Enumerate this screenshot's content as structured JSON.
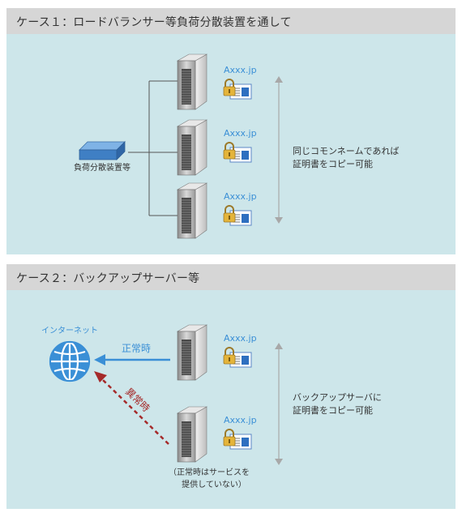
{
  "case1": {
    "title": "ケース１：ロードバランサー等負荷分散装置を通して",
    "device_label": "負荷分散装置等",
    "servers": [
      {
        "domain": "Axxx.jp"
      },
      {
        "domain": "Axxx.jp"
      },
      {
        "domain": "Axxx.jp"
      }
    ],
    "note_line1": "同じコモンネームであれば",
    "note_line2": "証明書をコピー可能"
  },
  "case2": {
    "title": "ケース２：バックアップサーバー等",
    "internet_label": "インターネット",
    "normal_label": "正常時",
    "abnormal_label": "異常時",
    "servers": [
      {
        "domain": "Axxx.jp"
      },
      {
        "domain": "Axxx.jp"
      }
    ],
    "note_line1": "バックアップサーバに",
    "note_line2": "証明書をコピー可能",
    "standby_line1": "（正常時はサービスを",
    "standby_line2": "提供していない）"
  },
  "colors": {
    "header_bg": "#d6d6d6",
    "panel_bg": "#cde6ea",
    "accent_blue": "#3a8fd6",
    "abnormal_red": "#a52a2a"
  }
}
